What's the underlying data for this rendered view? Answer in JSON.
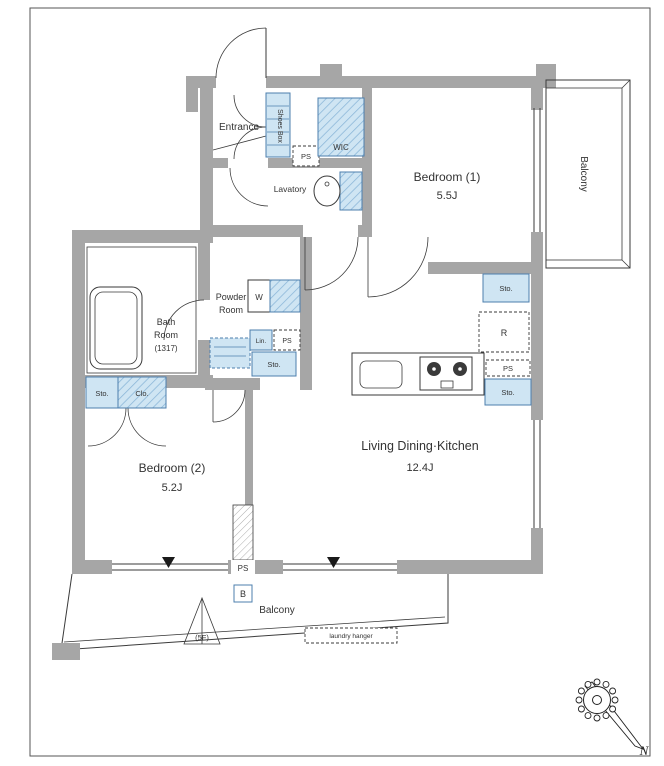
{
  "rooms": {
    "entrance": "Entrance",
    "lavatory": "Lavatory",
    "wic": "WIC",
    "powder": {
      "line1": "Powder",
      "line2": "Room"
    },
    "bath": {
      "line1": "Bath",
      "line2": "Room",
      "line3": "(1317)"
    },
    "bedroom1": {
      "name": "Bedroom (1)",
      "size": "5.5J"
    },
    "bedroom2": {
      "name": "Bedroom (2)",
      "size": "5.2J"
    },
    "ldk": {
      "name": "Living Dining·Kitchen",
      "size": "12.4J"
    },
    "balcony_right": "Balcony",
    "balcony_bottom": "Balcony"
  },
  "labels": {
    "shoes_box": "Shoes Box",
    "sto": "Sto.",
    "clo": "Clo.",
    "lin": "Lin.",
    "ps": "PS",
    "w": "W",
    "r": "R",
    "b": "B",
    "floor": "(5F)",
    "laundry_hanger": "laundry hanger",
    "north": "N"
  },
  "colors": {
    "wall": "#a6a6a6",
    "storage_fill": "#cfe5f3",
    "storage_border": "#4c7fae",
    "line": "#3a3a3a"
  }
}
